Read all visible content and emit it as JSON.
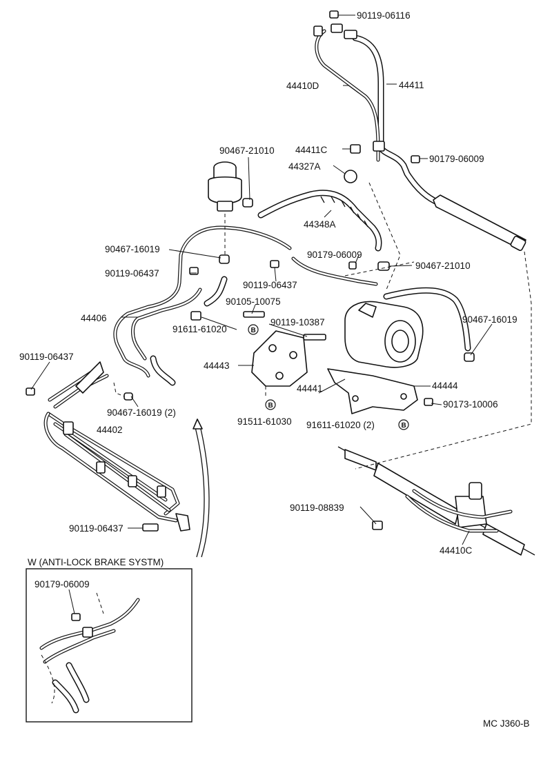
{
  "parts": [
    {
      "id": "p1",
      "label": "90119-06116"
    },
    {
      "id": "p2",
      "label": "44410D"
    },
    {
      "id": "p3",
      "label": "44411"
    },
    {
      "id": "p4",
      "label": "90467-21010"
    },
    {
      "id": "p5",
      "label": "44411C"
    },
    {
      "id": "p6",
      "label": "44327A"
    },
    {
      "id": "p7",
      "label": "90179-06009"
    },
    {
      "id": "p8",
      "label": "44348A"
    },
    {
      "id": "p9",
      "label": "90467-16019"
    },
    {
      "id": "p10",
      "label": "90179-06009"
    },
    {
      "id": "p11",
      "label": "90467-21010"
    },
    {
      "id": "p12",
      "label": "90119-06437"
    },
    {
      "id": "p13",
      "label": "90119-06437"
    },
    {
      "id": "p14",
      "label": "90105-10075"
    },
    {
      "id": "p15",
      "label": "44406"
    },
    {
      "id": "p16",
      "label": "90119-10387"
    },
    {
      "id": "p17",
      "label": "90467-16019"
    },
    {
      "id": "p18",
      "label": "91611-61020"
    },
    {
      "id": "p19",
      "label": "90119-06437"
    },
    {
      "id": "p20",
      "label": "44443"
    },
    {
      "id": "p21",
      "label": "44444"
    },
    {
      "id": "p22",
      "label": "44441"
    },
    {
      "id": "p23",
      "label": "90467-16019 (2)"
    },
    {
      "id": "p24",
      "label": "90173-10006"
    },
    {
      "id": "p25",
      "label": "44402"
    },
    {
      "id": "p26",
      "label": "91511-61030"
    },
    {
      "id": "p27",
      "label": "91611-61020 (2)"
    },
    {
      "id": "p28",
      "label": "90119-08839"
    },
    {
      "id": "p29",
      "label": "90119-06437"
    },
    {
      "id": "p30",
      "label": "44410C"
    },
    {
      "id": "p31",
      "label": "90179-06009"
    }
  ],
  "markers": [
    "B",
    "B",
    "B"
  ],
  "inset": {
    "title": "W (ANTI-LOCK BRAKE SYSTM)"
  },
  "figure_code": "MC J360-B"
}
